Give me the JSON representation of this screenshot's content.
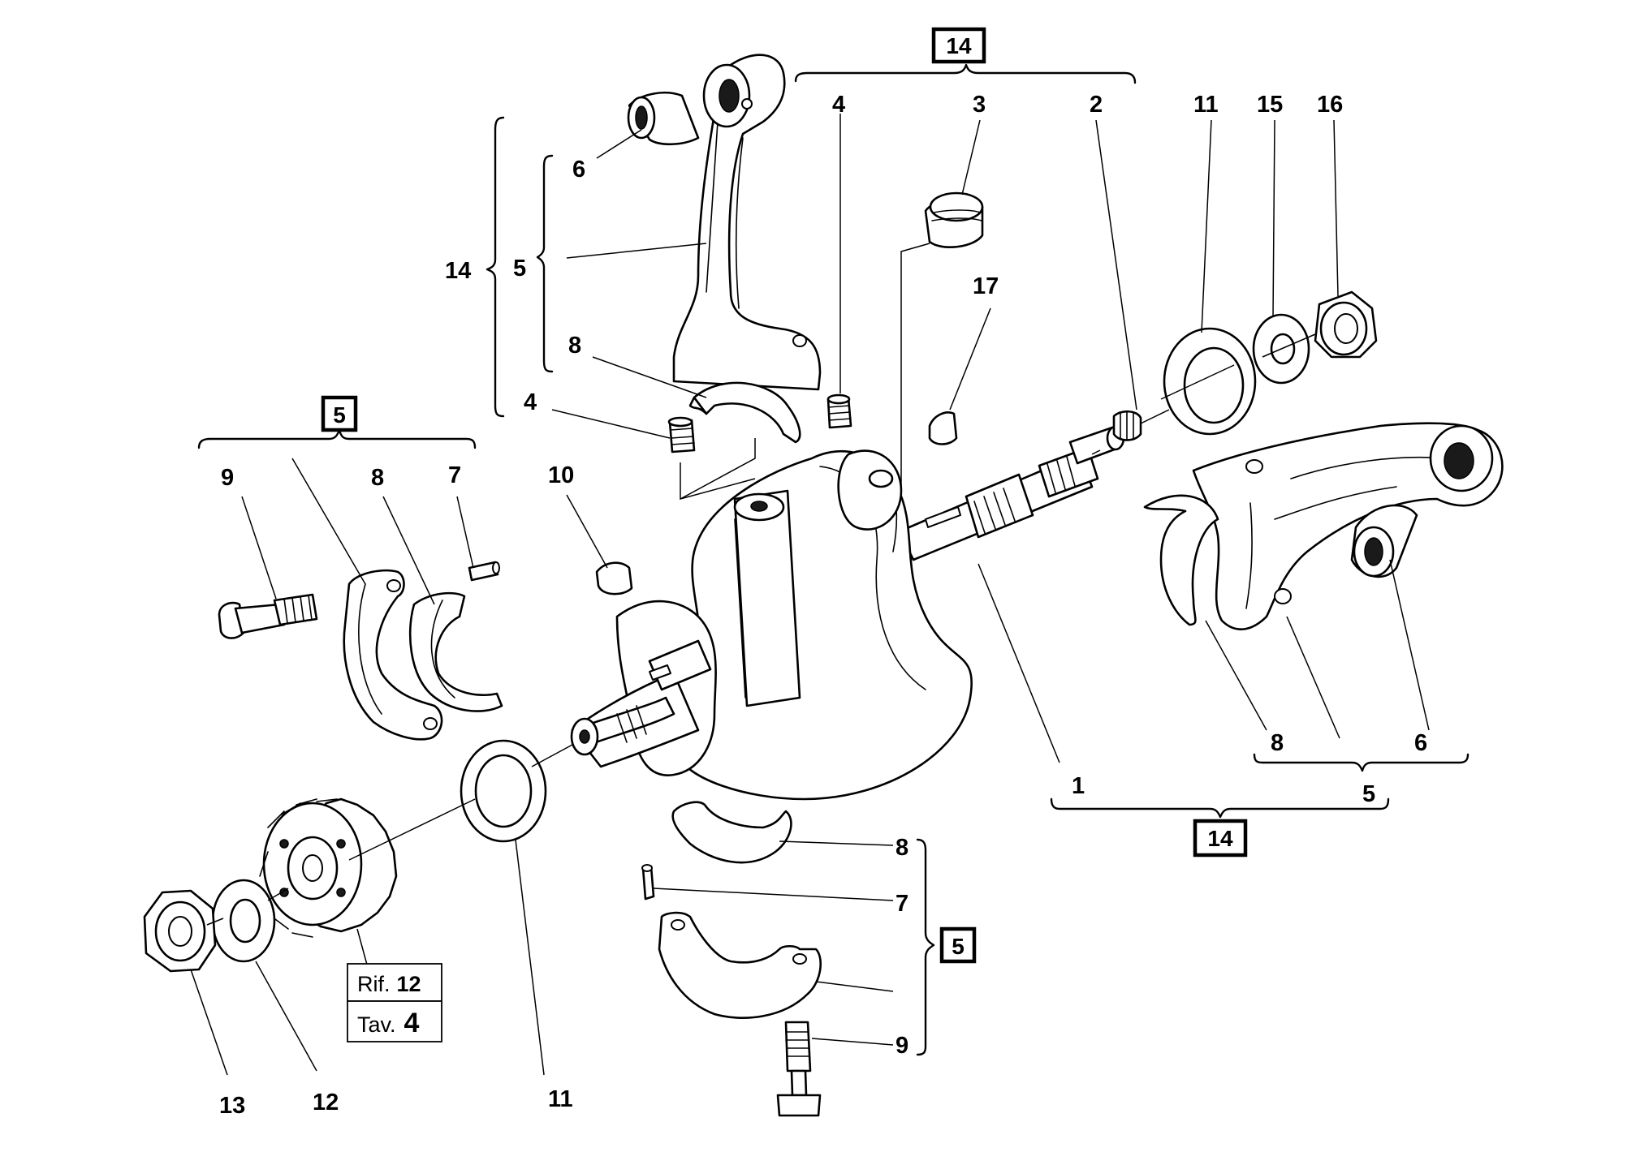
{
  "callouts": {
    "c1": "1",
    "c2": "2",
    "c3": "3",
    "c4_top": "4",
    "c4_mid": "4",
    "c5_left": "5",
    "c5_right": "5",
    "c6_top": "6",
    "c6_right": "6",
    "c7_left": "7",
    "c7_bottom": "7",
    "c8_top": "8",
    "c8_left": "8",
    "c8_right": "8",
    "c8_bottom": "8",
    "c9_left": "9",
    "c9_bottom": "9",
    "c10": "10",
    "c11_top": "11",
    "c11_bottom": "11",
    "c12": "12",
    "c13": "13",
    "c14_left": "14",
    "c15": "15",
    "c16": "16",
    "c17": "17"
  },
  "boxed": {
    "b14_top": "14",
    "b14_bottom": "14",
    "b5_left": "5",
    "b5_bottom": "5"
  },
  "reference": {
    "rif_label": "Rif.",
    "rif_value": "12",
    "tav_label": "Tav.",
    "tav_value": "4"
  }
}
